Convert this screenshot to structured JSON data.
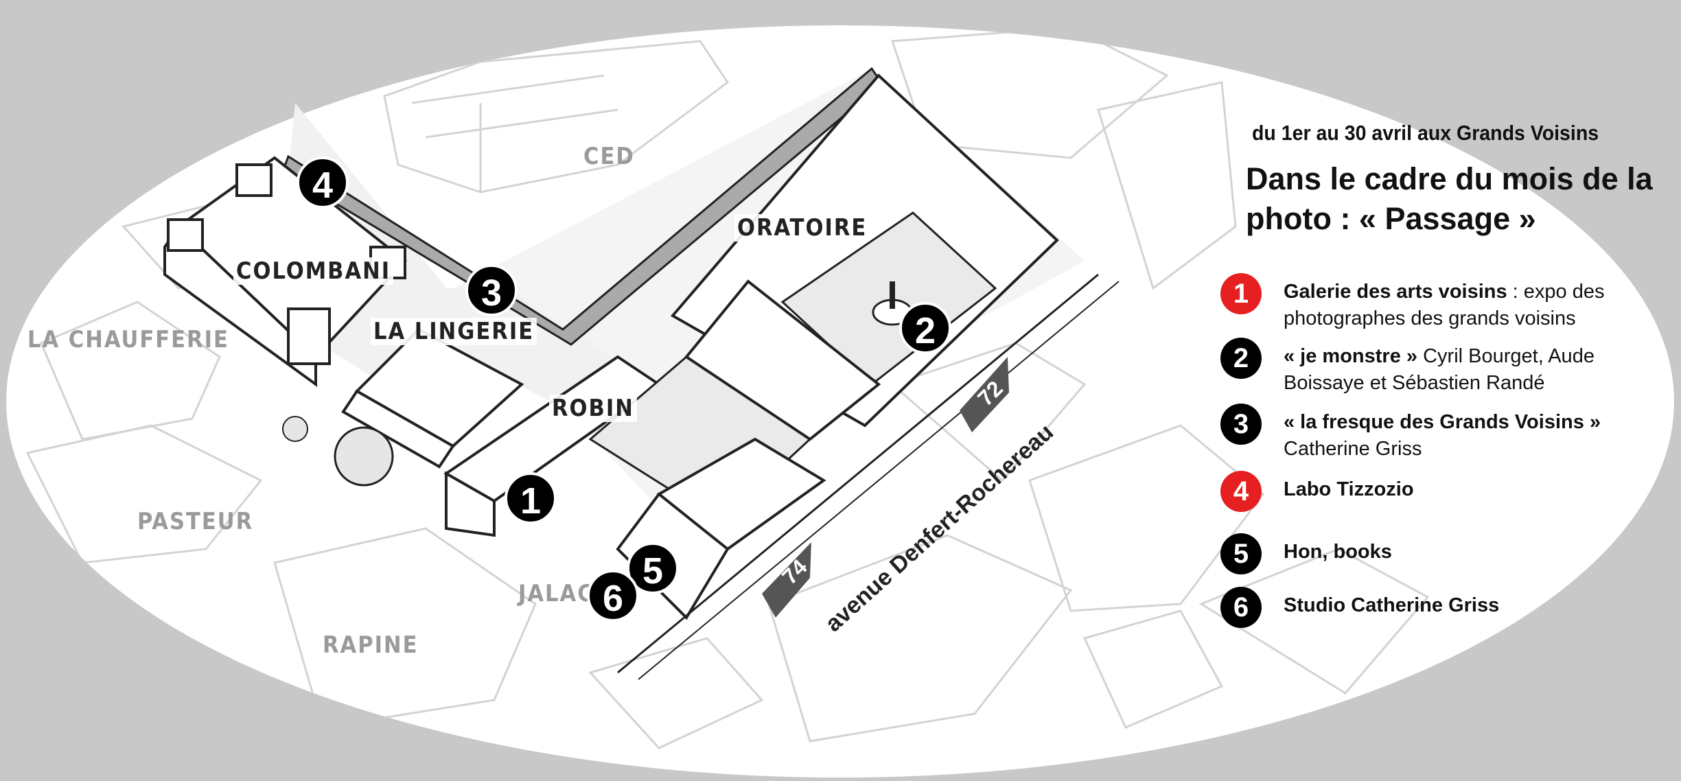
{
  "map": {
    "buildings": [
      {
        "name": "CED",
        "style": "light"
      },
      {
        "name": "ORATOIRE",
        "style": "dark"
      },
      {
        "name": "COLOMBANI",
        "style": "dark"
      },
      {
        "name": "LA LINGERIE",
        "style": "dark"
      },
      {
        "name": "LA CHAUFFERIE",
        "style": "light"
      },
      {
        "name": "ROBIN",
        "style": "dark"
      },
      {
        "name": "PASTEUR",
        "style": "light"
      },
      {
        "name": "JALAGU",
        "style": "light"
      },
      {
        "name": "RAPINE",
        "style": "light"
      }
    ],
    "street": "avenue Denfert-Rochereau",
    "entrances": [
      "72",
      "74"
    ],
    "pins": [
      "1",
      "2",
      "3",
      "4",
      "5",
      "6"
    ],
    "colors": {
      "background": "#c8c8c8",
      "ellipse": "#ffffff",
      "pin": "#000000",
      "red_pin": "#e62020",
      "arrow": "#555555"
    }
  },
  "legend": {
    "subtitle": "du 1er au 30 avril aux Grands Voisins",
    "title": "Dans le cadre du mois de la photo : « Passage »",
    "items": [
      {
        "num": "1",
        "color": "red",
        "name": "Galerie des arts voisins",
        "desc": " : expo des photographes des grands voisins"
      },
      {
        "num": "2",
        "color": "black",
        "name": "« je monstre »",
        "desc": " Cyril Bourget, Aude Boissaye et  Sébastien Randé"
      },
      {
        "num": "3",
        "color": "black",
        "name": "« la fresque des Grands Voisins »",
        "desc": " Catherine Griss"
      },
      {
        "num": "4",
        "color": "red",
        "name": "Labo Tizzozio",
        "desc": ""
      },
      {
        "num": "5",
        "color": "black",
        "name": "Hon, books",
        "desc": ""
      },
      {
        "num": "6",
        "color": "black",
        "name": "Studio Catherine Griss",
        "desc": ""
      }
    ]
  }
}
